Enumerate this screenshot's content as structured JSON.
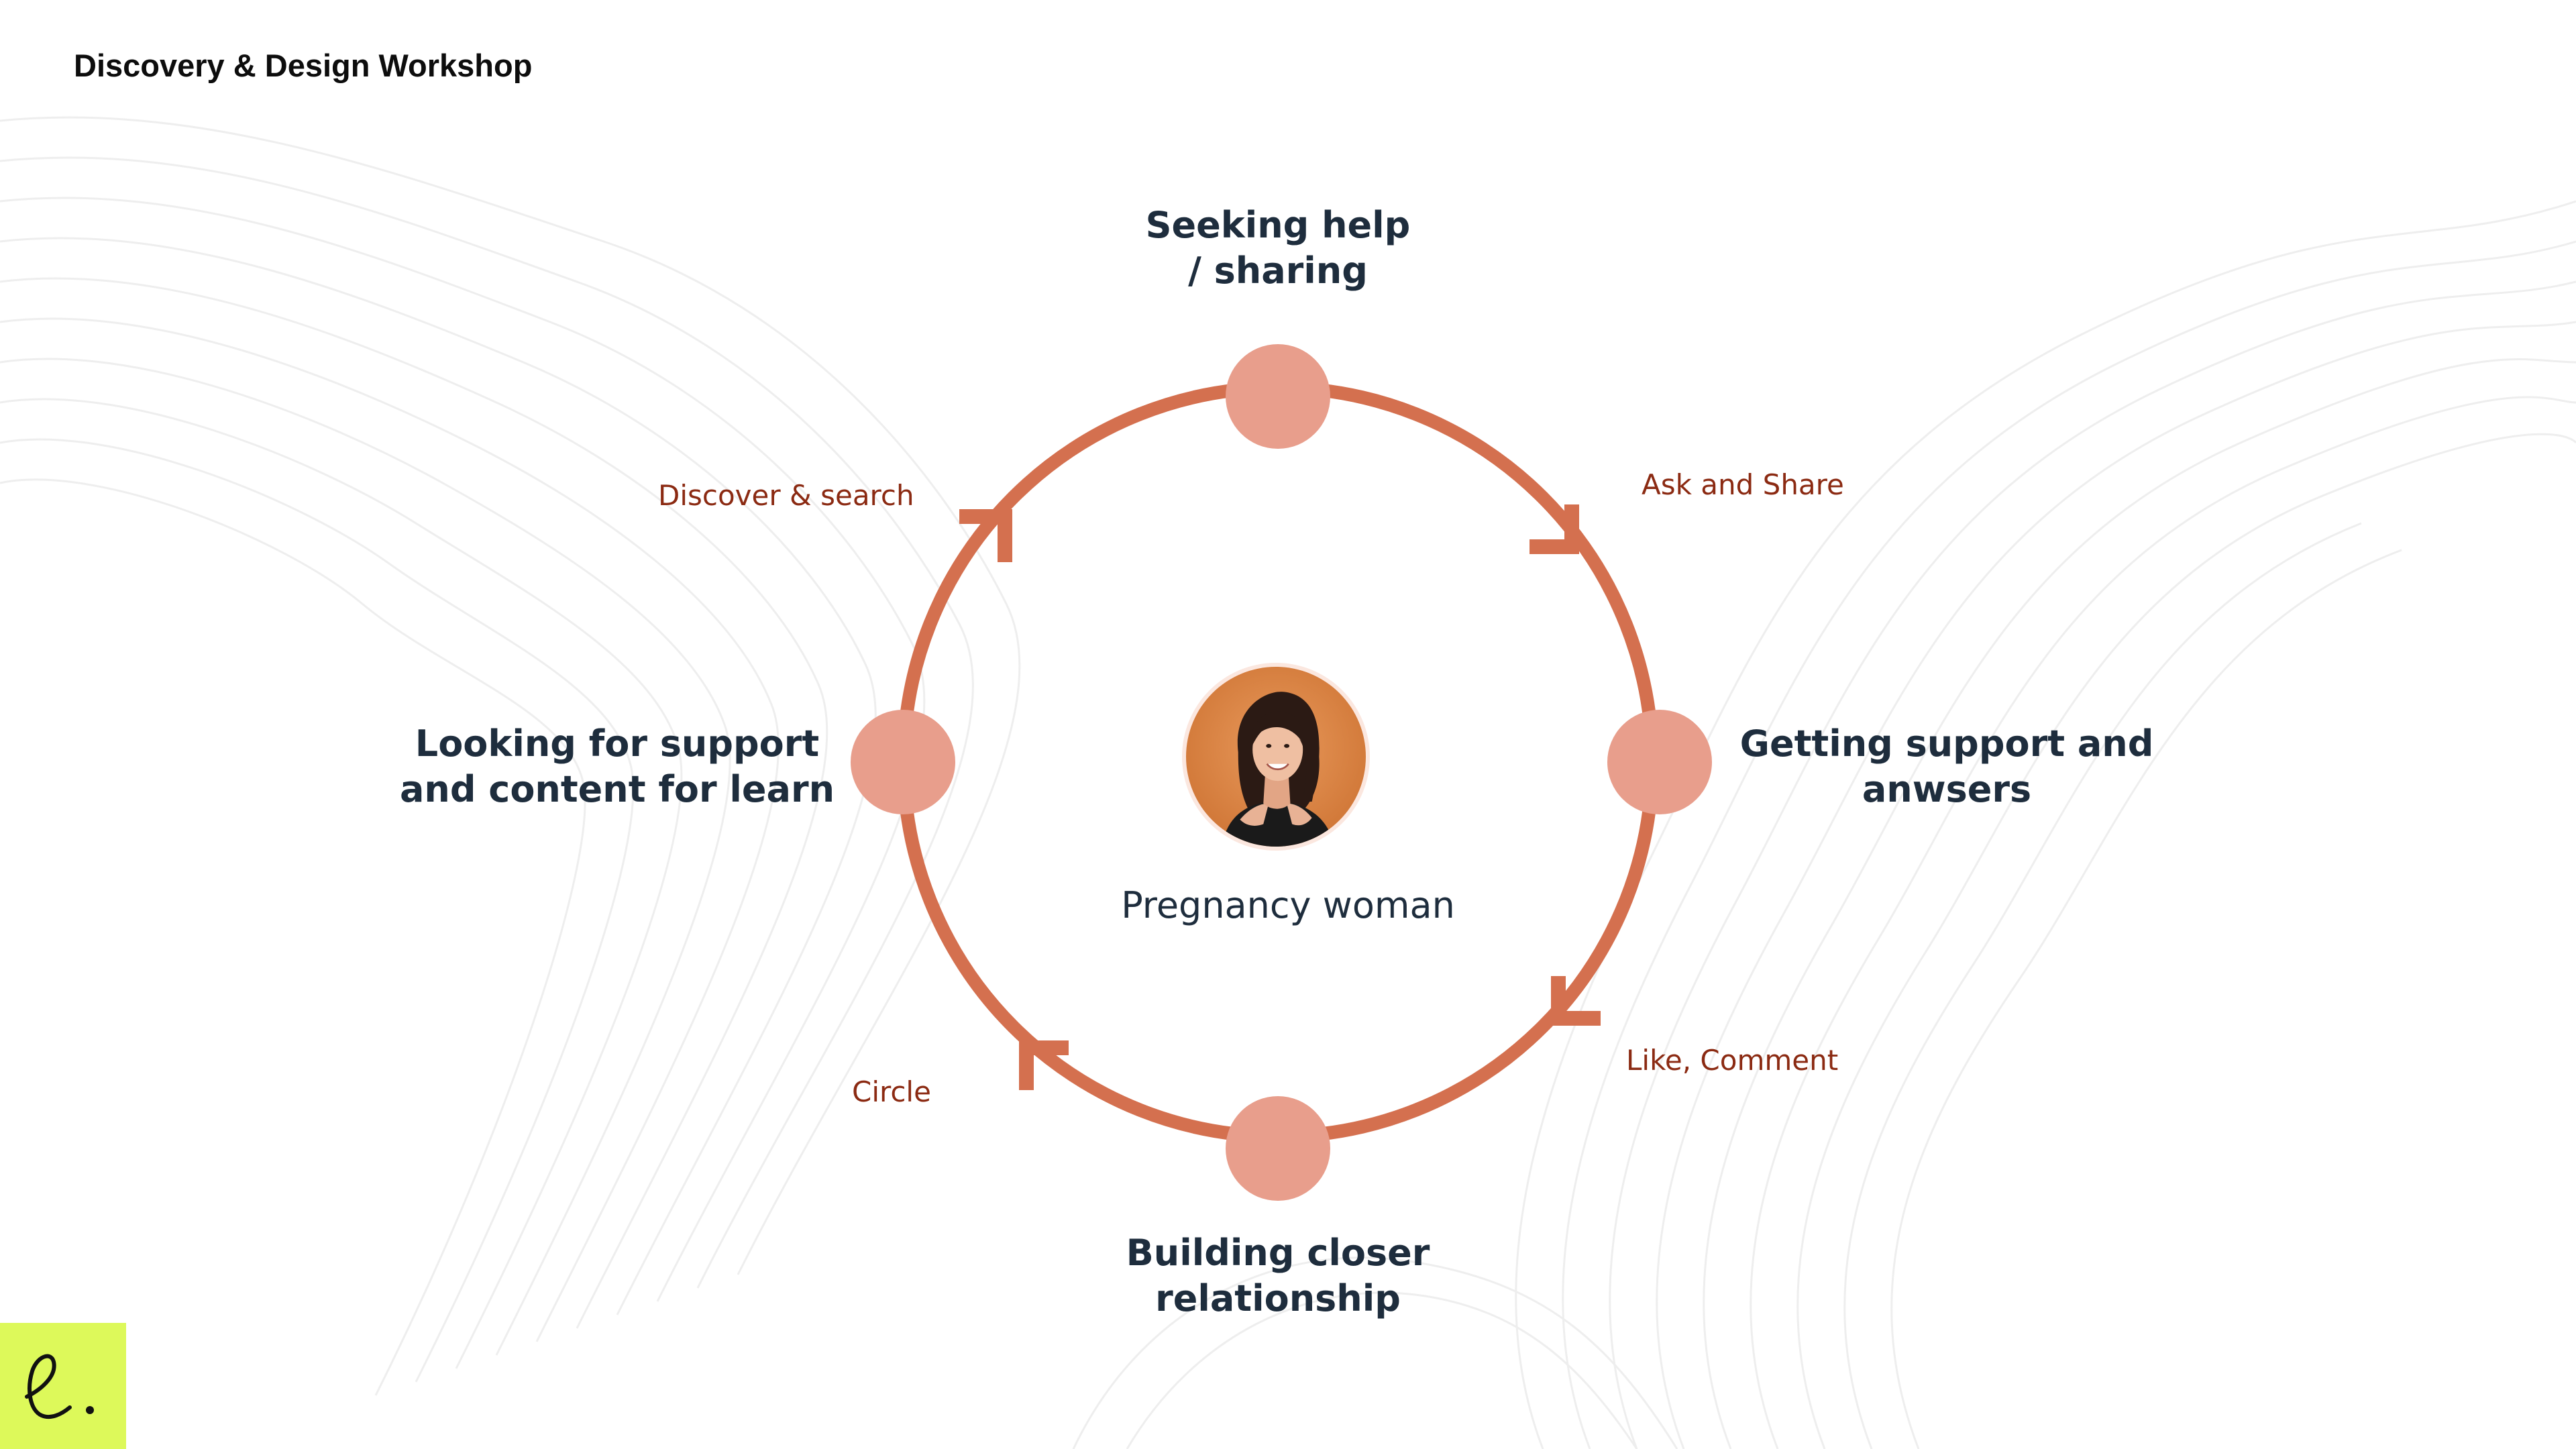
{
  "header": {
    "title": "Discovery & Design Workshop"
  },
  "diagram": {
    "stages": {
      "top": [
        "Seeking help",
        "/ sharing"
      ],
      "right": [
        "Getting support and",
        "anwsers"
      ],
      "bottom": [
        "Building closer",
        "relationship"
      ],
      "left": [
        "Looking for support",
        "and content for learn"
      ]
    },
    "actions": {
      "top_right": "Ask and Share",
      "bottom_right": "Like, Comment",
      "bottom_left": "Circle",
      "top_left": "Discover & search"
    },
    "center": {
      "label": "Pregnancy woman",
      "image": "woman-portrait"
    }
  },
  "colors": {
    "ring": "#d4704f",
    "node": "#e89e8c",
    "stage_text": "#1e2d3d",
    "action_text": "#8b2a12",
    "logo_bg": "#ddf95a"
  },
  "logo": {
    "icon": "e-signature-logo"
  }
}
